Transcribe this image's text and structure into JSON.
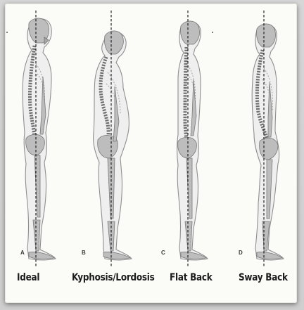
{
  "postures": [
    {
      "letter": "A",
      "label": "Ideal"
    },
    {
      "letter": "B",
      "label": "Kyphosis/Lordosis"
    },
    {
      "letter": "C",
      "label": "Flat Back"
    },
    {
      "letter": "D",
      "label": "Sway Back"
    }
  ]
}
